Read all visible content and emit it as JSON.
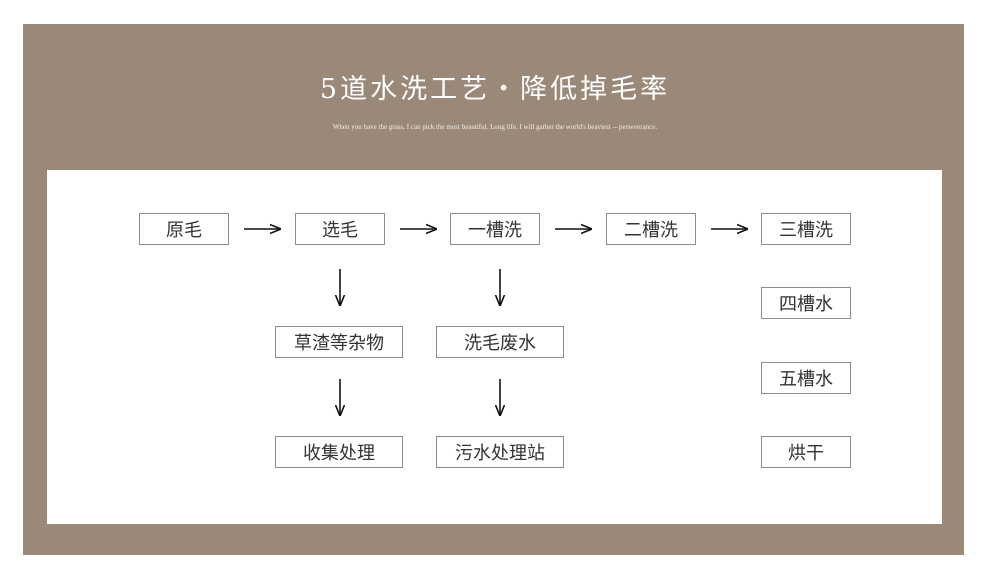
{
  "header": {
    "title": "5道水洗工艺・降低掉毛率",
    "subtitle": "When you have the grass, I can pick the most beautiful. Long life, I will gather the world's heaviest -- perseverance."
  },
  "flow": {
    "row1": [
      "原毛",
      "选毛",
      "一槽洗",
      "二槽洗",
      "三槽洗"
    ],
    "branch_left": [
      "草渣等杂物",
      "收集处理"
    ],
    "branch_mid": [
      "洗毛废水",
      "污水处理站"
    ],
    "branch_right": [
      "四槽水",
      "五槽水",
      "烘干"
    ]
  },
  "colors": {
    "frame": "#9a8878",
    "box_border": "#8c8c8c",
    "text": "#333333",
    "arrow": "#111111"
  }
}
